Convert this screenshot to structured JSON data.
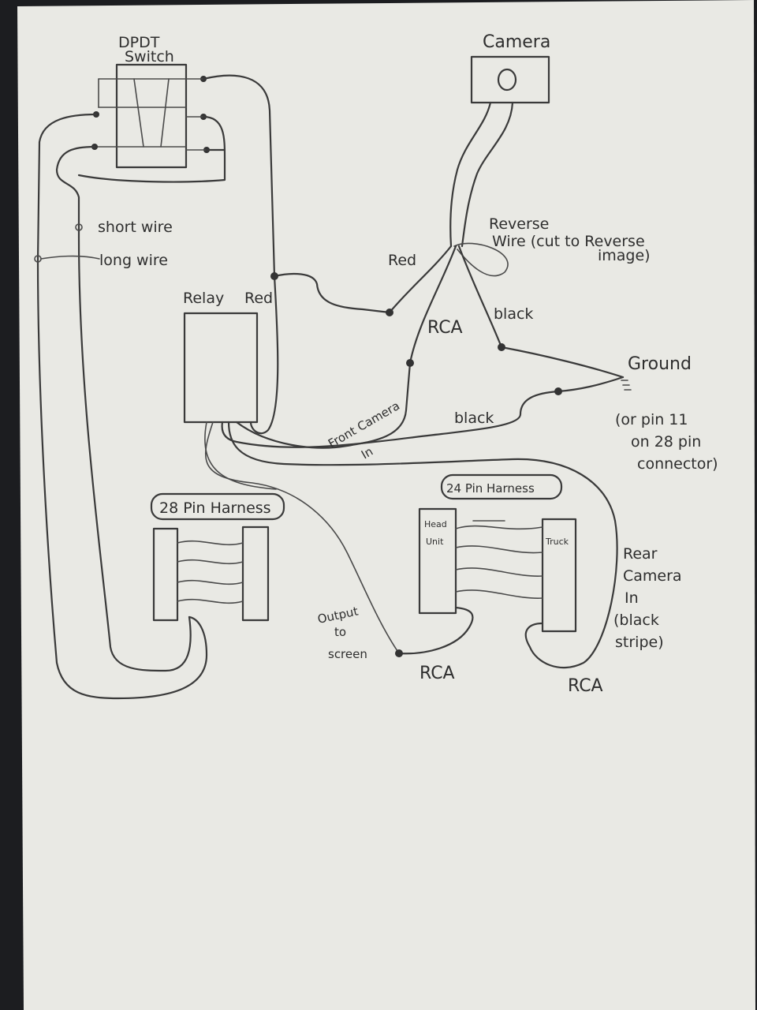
{
  "labels": {
    "dpdt_line1": "DPDT",
    "dpdt_line2": "Switch",
    "camera": "Camera",
    "short_wire": "short wire",
    "long_wire": "long wire",
    "relay": "Relay",
    "red_relay": "Red",
    "red_camera": "Red",
    "reverse_line1": "Reverse",
    "reverse_line2": "Wire (cut to Reverse",
    "reverse_line3": "image)",
    "rca_front": "RCA",
    "black_upper": "black",
    "black_lower": "black",
    "ground": "Ground",
    "ground_note_line1": "(or pin 11",
    "ground_note_line2": "on 28 pin",
    "ground_note_line3": "connector)",
    "front_camera_line1": "Front Camera",
    "front_camera_line2": "In",
    "harness_28": "28 Pin Harness",
    "harness_24": "24 Pin Harness",
    "head_unit_line1": "Head",
    "head_unit_line2": "Unit",
    "truck": "Truck",
    "output_line1": "Output",
    "output_line2": "to",
    "output_line3": "screen",
    "rca_output": "RCA",
    "rear_cam_line1": "Rear",
    "rear_cam_line2": "Camera",
    "rear_cam_line3": "In",
    "rear_cam_line4": "(black",
    "rear_cam_line5": "stripe)",
    "rca_rear": "RCA"
  },
  "colors": {
    "paper": "#e9e9e4",
    "ink": "#3a3a3a",
    "background": "#1c1d20"
  }
}
